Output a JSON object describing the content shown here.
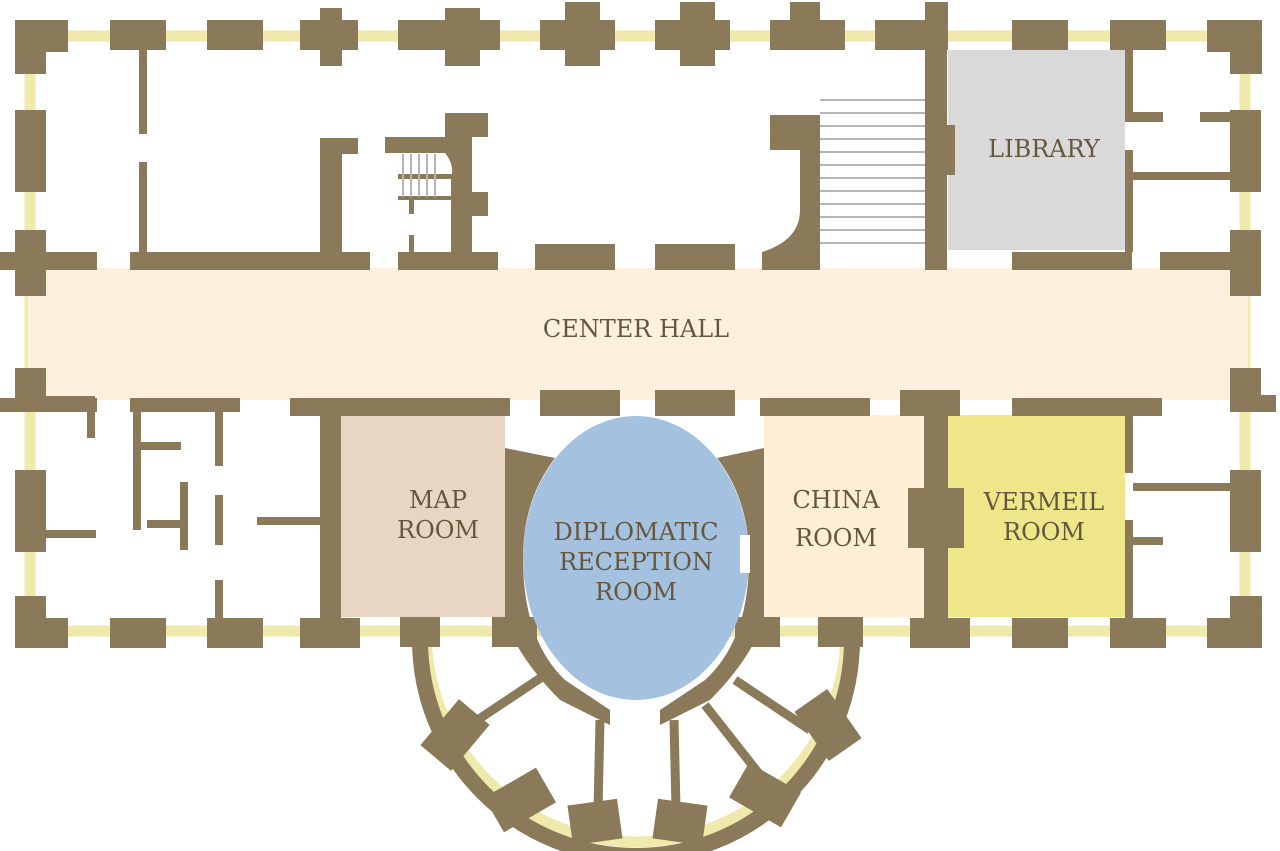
{
  "rooms": {
    "library": {
      "label": "LIBRARY",
      "color": "#d9d9d9"
    },
    "center_hall": {
      "label": "CENTER HALL",
      "color": "#fdf0dc"
    },
    "map_room": {
      "line1": "MAP",
      "line2": "ROOM",
      "color": "#e8d6c2"
    },
    "diplomatic": {
      "line1": "DIPLOMATIC",
      "line2": "RECEPTION",
      "line3": "ROOM",
      "color": "#a4c2df"
    },
    "china_room": {
      "line1": "CHINA",
      "line2": "ROOM",
      "color": "#fdeed6"
    },
    "vermeil_room": {
      "line1": "VERMEIL",
      "line2": "ROOM",
      "color": "#efe68a"
    }
  },
  "colors": {
    "wall": "#8b7a5a",
    "window_band": "#efe9ab",
    "text": "#65573d"
  }
}
